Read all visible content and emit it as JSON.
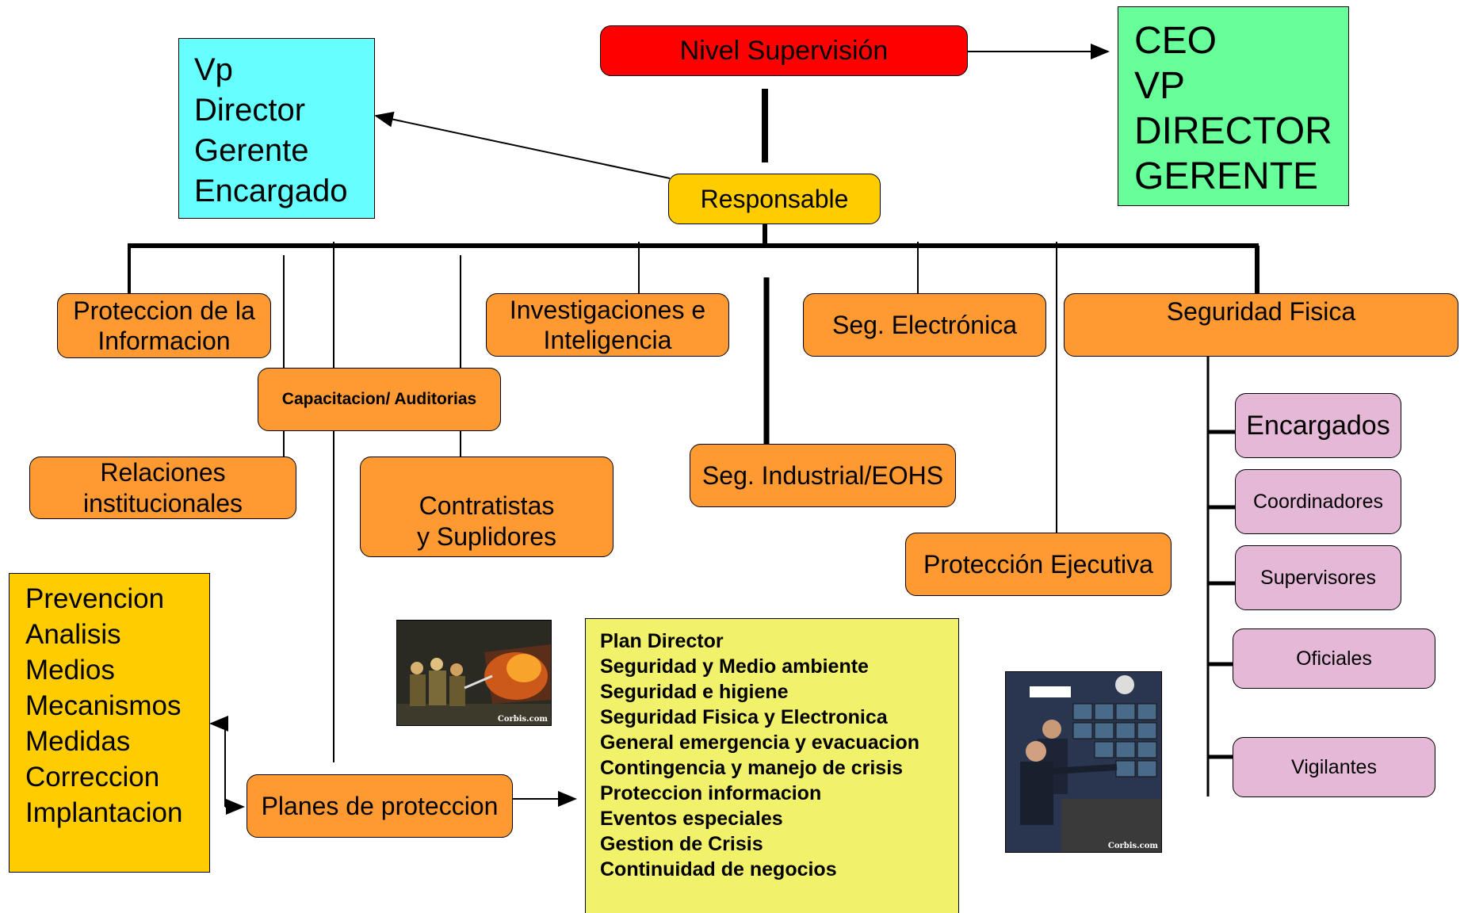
{
  "colors": {
    "supervision_red": "#ff0000",
    "responsable_yellow": "#ffcc00",
    "vp_cyan": "#66ffff",
    "ceo_green": "#66ff99",
    "unit_orange": "#ff9a33",
    "role_pink": "#e6b8d8",
    "methods_gold": "#ffcc00",
    "plans_yellow": "#f2f26a"
  },
  "top": {
    "supervision": "Nivel Supervisión",
    "responsable": "Responsable"
  },
  "ceo_list": [
    "CEO",
    "VP",
    "DIRECTOR",
    "GERENTE"
  ],
  "vp_list": [
    "Vp",
    "Director",
    "Gerente",
    "Encargado"
  ],
  "units": {
    "proteccion_informacion": [
      "Proteccion de la",
      "Informacion"
    ],
    "capacitacion": "Capacitacion/ Auditorias",
    "investigaciones": [
      "Investigaciones e",
      "Inteligencia"
    ],
    "seg_electronica": "Seg. Electrónica",
    "seguridad_fisica": "Seguridad Fisica",
    "relaciones": [
      "Relaciones",
      "institucionales"
    ],
    "contratistas": [
      "Contratistas",
      "y Suplidores"
    ],
    "seg_industrial": "Seg. Industrial/EOHS",
    "proteccion_ejecutiva": "Protección Ejecutiva",
    "planes": "Planes de proteccion"
  },
  "security_roles": [
    "Encargados",
    "Coordinadores",
    "Supervisores",
    "Oficiales",
    "Vigilantes"
  ],
  "methods_list": [
    "Prevencion",
    "Analisis",
    "Medios",
    "Mecanismos",
    "Medidas",
    "Correccion",
    "Implantacion"
  ],
  "plans_list": [
    "Plan Director",
    "Seguridad y Medio ambiente",
    "Seguridad e higiene",
    "Seguridad Fisica y Electronica",
    "General emergencia y evacuacion",
    "Contingencia y manejo de crisis",
    "Proteccion informacion",
    "Eventos especiales",
    "Gestion de Crisis",
    "Continuidad de negocios"
  ],
  "photos": {
    "firefighters_credit": "Corbis.com",
    "control_room_credit": "Corbis.com"
  }
}
